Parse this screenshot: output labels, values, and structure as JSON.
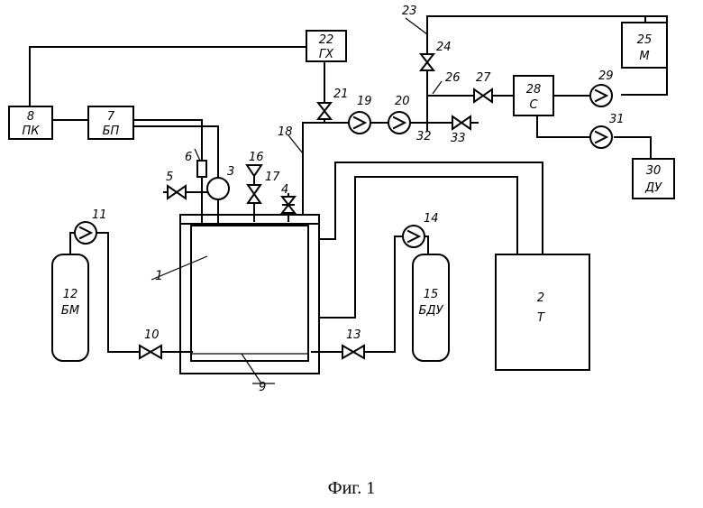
{
  "caption": "Фиг. 1",
  "blocks": {
    "b8_num": "8",
    "b8_code": "ПК",
    "b7_num": "7",
    "b7_code": "БП",
    "b22_num": "22",
    "b22_code": "ГХ",
    "b25_num": "25",
    "b25_code": "М",
    "b28_num": "28",
    "b28_code": "С",
    "b30_num": "30",
    "b30_code": "ДУ",
    "b12_num": "12",
    "b12_code": "БМ",
    "b15_num": "15",
    "b15_code": "БДУ",
    "b2_num": "2",
    "b2_code": "Т"
  },
  "labels": {
    "l1": "1",
    "l3": "3",
    "l4": "4",
    "l5": "5",
    "l6": "6",
    "l9": "9",
    "l10": "10",
    "l11": "11",
    "l13": "13",
    "l14": "14",
    "l16": "16",
    "l17": "17",
    "l18": "18",
    "l19": "19",
    "l20": "20",
    "l21": "21",
    "l23": "23",
    "l24": "24",
    "l26": "26",
    "l27": "27",
    "l29": "29",
    "l31": "31",
    "l32": "32",
    "l33": "33"
  }
}
